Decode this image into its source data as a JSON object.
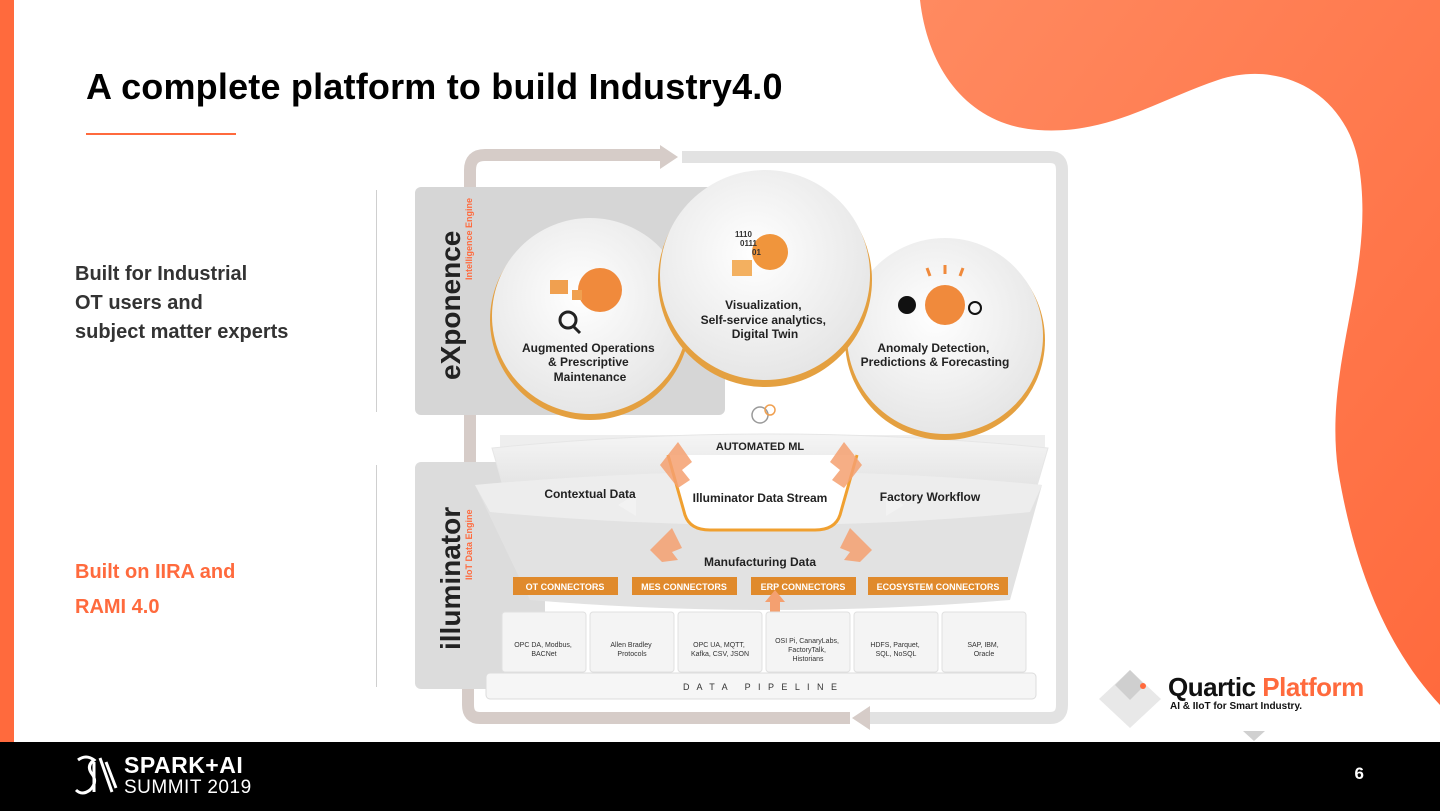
{
  "slide": {
    "title": "A complete platform to build Industry4.0",
    "left_text_1": [
      "Built for Industrial",
      "OT users and",
      "subject matter experts"
    ],
    "left_text_2": [
      "Built on IIRA and",
      "RAMI 4.0"
    ],
    "page_number": "6"
  },
  "footer": {
    "logo_line1": "SPARK+AI",
    "logo_line2": "SUMMIT 2019"
  },
  "quartic": {
    "name_part1": "Quartic",
    "name_part2": "Platform",
    "tagline": "AI & IIoT for Smart Industry."
  },
  "diagram": {
    "exponence": {
      "name": "eXponence",
      "sub": "Intelligence Engine"
    },
    "illuminator": {
      "name": "illuminator",
      "sub": "IIoT Data Engine"
    },
    "circles": [
      {
        "lines": [
          "Augmented Operations",
          "& Prescriptive",
          "Maintenance"
        ]
      },
      {
        "lines": [
          "Visualization,",
          "Self-service analytics,",
          "Digital Twin"
        ]
      },
      {
        "lines": [
          "Anomaly Detection,",
          "Predictions & Forecasting"
        ]
      }
    ],
    "binary": [
      "1110",
      "0111",
      "01"
    ],
    "automated_ml": "AUTOMATED ML",
    "contextual_data": "Contextual Data",
    "data_stream": "Illuminator Data Stream",
    "factory_workflow": "Factory Workflow",
    "manufacturing_data": "Manufacturing Data",
    "connectors": [
      "OT CONNECTORS",
      "MES CONNECTORS",
      "ERP CONNECTORS",
      "ECOSYSTEM CONNECTORS"
    ],
    "sources": [
      [
        "OPC DA, Modbus,",
        "BACNet"
      ],
      [
        "Allen Bradley",
        "Protocols"
      ],
      [
        "OPC UA, MQTT,",
        "Kafka, CSV, JSON"
      ],
      [
        "OSI Pi, CanaryLabs,",
        "FactoryTalk,",
        "Historians"
      ],
      [
        "HDFS, Parquet,",
        "SQL, NoSQL"
      ],
      [
        "SAP, IBM,",
        "Oracle"
      ]
    ],
    "pipeline": "D   A   T   A       P   I   P   E   L   I   N   E"
  },
  "colors": {
    "accent": "#ff6a3d",
    "gold": "#e0a040",
    "connector": "#e08a2c"
  }
}
